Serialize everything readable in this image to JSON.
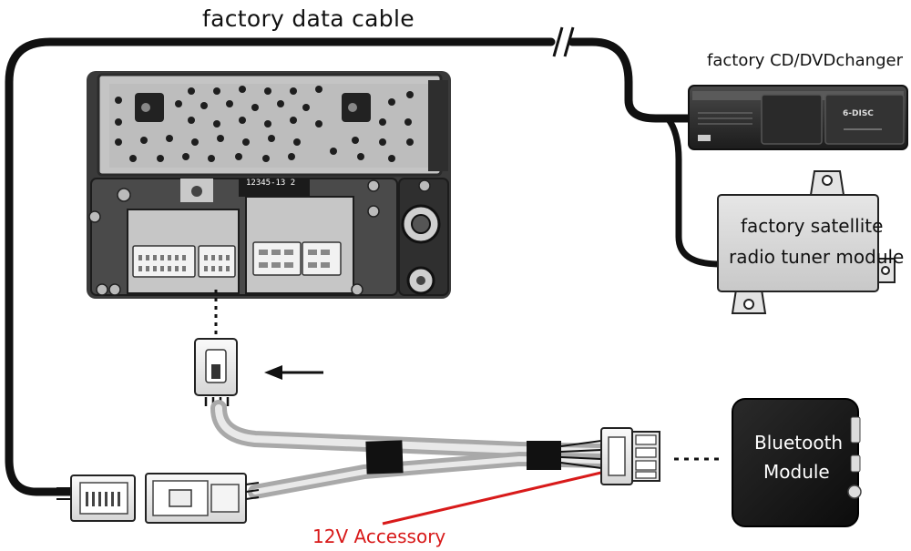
{
  "labels": {
    "factory_data_cable": "factory data cable",
    "cd_dvd_changer": "factory CD/DVDchanger",
    "satellite_line1": "factory satellite",
    "satellite_line2": "radio tuner module",
    "bluetooth_line1": "Bluetooth",
    "bluetooth_line2": "Module",
    "accessory": "12V Accessory",
    "radio_part_number": "12345-13 2",
    "changer_badge": "6-DISC"
  },
  "colors": {
    "cable": "#111111",
    "accessory_wire": "#d81a1a",
    "radio_body": "#3a3a3a",
    "radio_panel": "#bdbdbd",
    "module_box": "#d9d9d9",
    "bluetooth_box": "#161616"
  }
}
